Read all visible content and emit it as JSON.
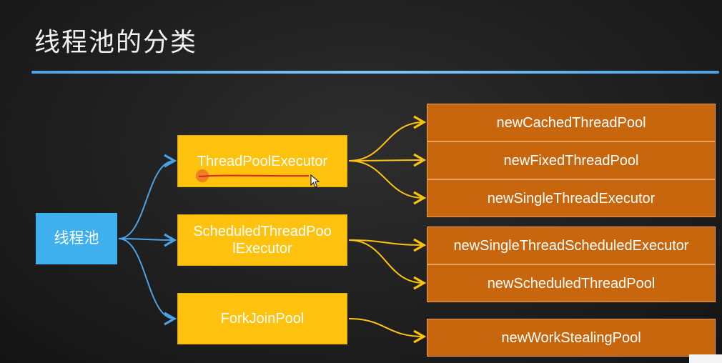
{
  "slide": {
    "title": "线程池的分类"
  },
  "diagram": {
    "root": "线程池",
    "executors": [
      {
        "label": "ThreadPoolExecutor"
      },
      {
        "label": "ScheduledThreadPoo\nlExecutor"
      },
      {
        "label": "ForkJoinPool"
      }
    ],
    "factories": [
      "newCachedThreadPool",
      "newFixedThreadPool",
      "newSingleThreadExecutor",
      "newSingleThreadScheduledExecutor",
      "newScheduledThreadPool",
      "newWorkStealingPool"
    ],
    "colors": {
      "root": "#3fb0ee",
      "executor": "#ffc20e",
      "factory": "#c8660e",
      "connector_blue": "#4aa3e8",
      "connector_yellow": "#ffc20e",
      "annotation_red": "#e02020"
    }
  }
}
